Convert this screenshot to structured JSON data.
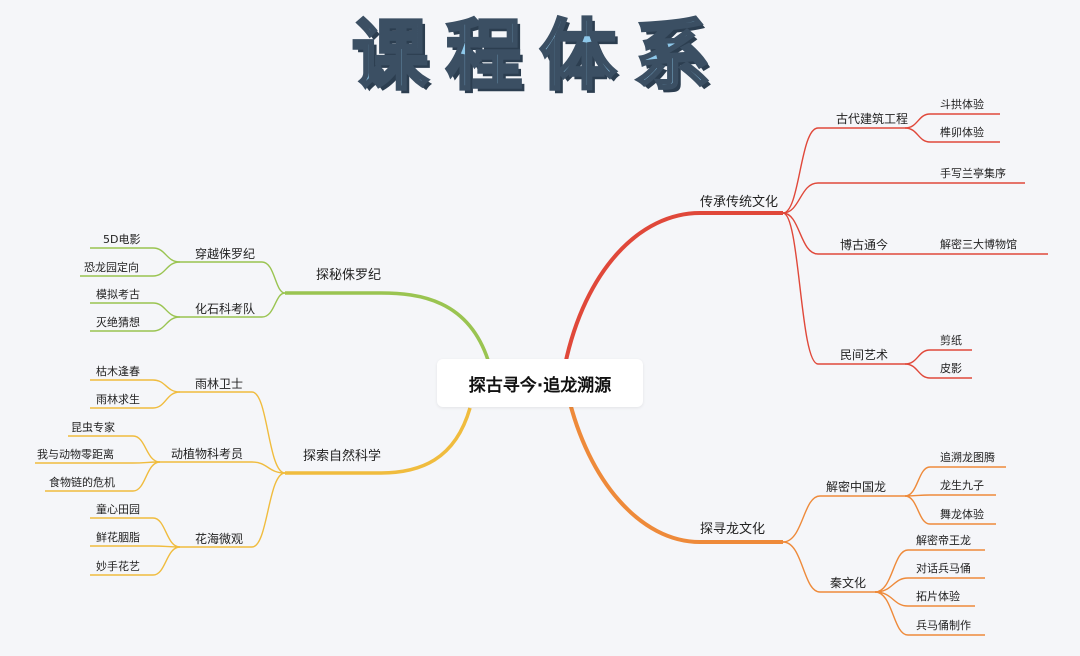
{
  "title": "课程体系",
  "center": "探古寻今·追龙溯源",
  "colors": {
    "red": "#e0483a",
    "orange": "#ee8a3a",
    "green": "#9ac451",
    "yellow": "#f0bc3e"
  },
  "right_top": {
    "label": "传承传统文化",
    "subs": [
      {
        "label": "古代建筑工程",
        "leaves": [
          "斗拱体验",
          "榫卯体验"
        ]
      },
      {
        "label": "",
        "leaves": [
          "手写兰亭集序"
        ]
      },
      {
        "label": "博古通今",
        "leaves": [
          "解密三大博物馆"
        ]
      },
      {
        "label": "民间艺术",
        "leaves": [
          "剪纸",
          "皮影"
        ]
      }
    ]
  },
  "right_bottom": {
    "label": "探寻龙文化",
    "subs": [
      {
        "label": "解密中国龙",
        "leaves": [
          "追溯龙图腾",
          "龙生九子",
          "舞龙体验"
        ]
      },
      {
        "label": "秦文化",
        "leaves": [
          "解密帝王龙",
          "对话兵马俑",
          "拓片体验",
          "兵马俑制作"
        ]
      }
    ]
  },
  "left_top": {
    "label": "探秘侏罗纪",
    "subs": [
      {
        "label": "穿越侏罗纪",
        "leaves": [
          "5D电影",
          "恐龙园定向"
        ]
      },
      {
        "label": "化石科考队",
        "leaves": [
          "模拟考古",
          "灭绝猜想"
        ]
      }
    ]
  },
  "left_bottom": {
    "label": "探索自然科学",
    "subs": [
      {
        "label": "雨林卫士",
        "leaves": [
          "枯木逢春",
          "雨林求生"
        ]
      },
      {
        "label": "动植物科考员",
        "leaves": [
          "昆虫专家",
          "我与动物零距离",
          "食物链的危机"
        ]
      },
      {
        "label": "花海微观",
        "leaves": [
          "童心田园",
          "鲜花胭脂",
          "妙手花艺"
        ]
      }
    ]
  }
}
